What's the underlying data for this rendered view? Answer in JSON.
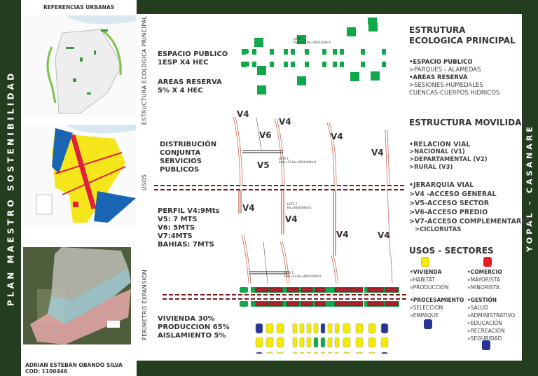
{
  "side_left": "PLAN MAESTRO SOSTENIBILIDAD",
  "side_right": "YOPAL - CASANARE",
  "references_title": "REFERENCIAS URBANAS",
  "author": "ADRIAN ESTEBAN OBANDO SILVA",
  "code": "COD: 1100446",
  "sections": [
    "ESTRUCTURA ECOLOGICA PRINCIPAL",
    "USOS",
    "PERIMETRO EXPANSION"
  ],
  "ecologica": {
    "espacio": "ESPACIO PUBLICO\n1ESP X4 HEC",
    "reserva": "AREAS RESERVA\n5% X 4 HEC",
    "lote": "LOTE 1",
    "area": "Area=33 Ha=4926.844m2"
  },
  "usos": {
    "dist": "DISTRIBUCIÓN\nCONJUNTA\nSERVICIOS\nPUBLICOS",
    "perfil": "PERFIL V4:9Mts\nV5: 7 MTS\nV6: 5MTS\nV7:4MTS\nBAHIAS: 7MTS",
    "lote1": "LOTE 1",
    "area1": "Area=33 Ha=4926.844m2",
    "lote2": "LOTE 2",
    "area2": "Ha=4926.844m2",
    "v4": "V4",
    "v5": "V5",
    "v6": "V6"
  },
  "expansion": {
    "text": "VIVIENDA 30%\nPRODUCCION 65%\nAISLAMIENTO 5%",
    "lote": "LOTE 1",
    "area": "Area=33 Ha=4926.844m2"
  },
  "right": {
    "eco_title": "ESTRUTURA ECOLOGICA PRINCIPAL",
    "esp": "•ESPACIO PUBLICO",
    "esp_sub": ">PARQUES - ALAMEDAS",
    "res": "•AREAS RESERVA",
    "res_sub1": ">SESIONES-HUMEDALES",
    "res_sub2": "CUENCAS-CUERPOS HIDRICOS",
    "mov_title": "ESTRUCTURA MOVILIDAD",
    "rel": "•RELACION VIAL",
    "nac": ">NACIONAL (V1)",
    "dep": ">DEPARTAMENTAL (V2)",
    "rur": ">RURAL (V3)",
    "jer": "•JERARQUIA VIAL",
    "v4": ">V4 -ACCESO GENERAL",
    "v5": ">V5-ACCESO SECTOR",
    "v6": ">V6-ACCESO PREDIO",
    "v7": ">V7-ACCESO COMPLEMENTARIO",
    "ciclo": ">CICLORUTAS",
    "usos_title": "USOS - SECTORES",
    "viv": "•VIVIENDA",
    "viv_items": [
      "»HABITAT",
      "»PRODUCCIÓN"
    ],
    "com": "•COMERCIO",
    "com_items": [
      "»MAYORISTA",
      "»MINORISTA"
    ],
    "pro": "•PROCESAMIENTO",
    "pro_items": [
      "»SELECCIÓN",
      "»EMPAQUE"
    ],
    "ges": "•GESTIÓN",
    "ges_items": [
      "»SALUD",
      "»ADMINISTRATIVO",
      "»EDUCACIÓN",
      "»RECREACIÓN",
      "»SEGURIDAD"
    ]
  },
  "colors": {
    "bg": "#243d1e",
    "green": "#10a84a",
    "red": "#b5202a",
    "yellow": "#f6ea00",
    "blue": "#2a3296",
    "road": "#c86a5a",
    "divider": "#7a1a1a"
  }
}
